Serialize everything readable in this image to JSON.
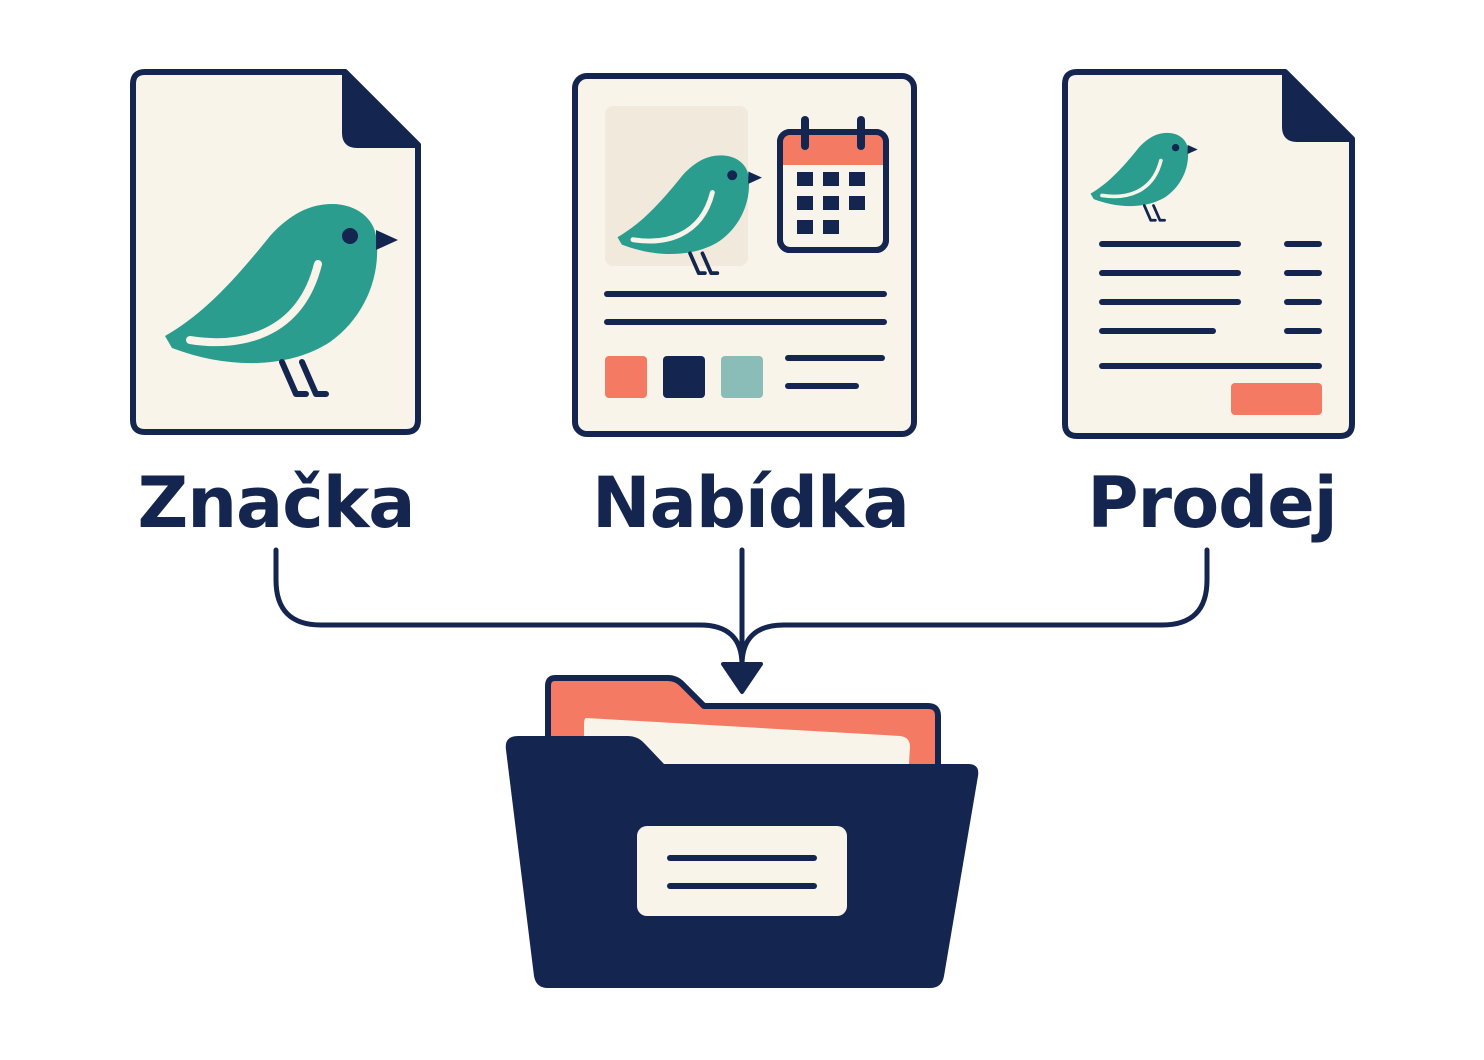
{
  "labels": {
    "brand": "Značka",
    "offer": "Nabídka",
    "sale": "Prodej"
  },
  "colors": {
    "navy": "#14254f",
    "teal": "#2a9d8f",
    "coral": "#f47a64",
    "cream": "#f9f4ea",
    "sage": "#8abcb8",
    "panel": "#f1e9dc"
  },
  "icons": {
    "brand_document": "bird-document-icon",
    "offer_card": "bird-calendar-card-icon",
    "sale_document": "invoice-document-icon",
    "target": "folder-icon"
  }
}
